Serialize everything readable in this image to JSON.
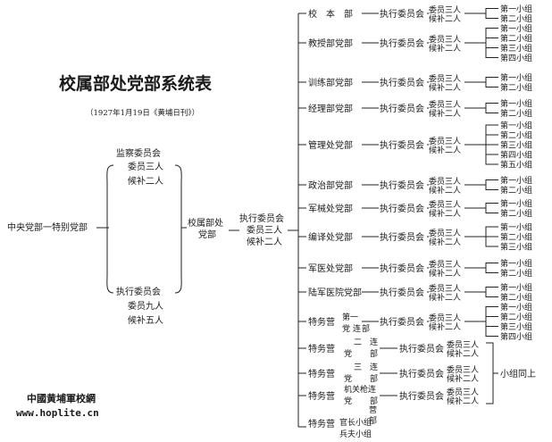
{
  "title": "校属部处党部系统表",
  "source_note": "（1927年1月19日《黄埔日刊》）",
  "watermark": {
    "line1": "中國黄埔軍校網",
    "line2": "www.hoplite.cn"
  },
  "left": {
    "root": "中央党部一特别党部",
    "supervisory": {
      "name": "监察委员会",
      "members": "委员三人",
      "alternates": "候补二人"
    },
    "executive": {
      "name": "执行委员会",
      "members": "委员九人",
      "alternates": "候补五人"
    },
    "school": {
      "name_top": "校属部处",
      "name_bottom": "党部"
    },
    "school_exec": {
      "name": "执行委员会",
      "members": "委员三人",
      "alternates": "候补二人"
    }
  },
  "common": {
    "exec_committee": "执行委员会",
    "members": "委员三人",
    "alternates": "候补二人",
    "dash": "——"
  },
  "groups": [
    "第一小组",
    "第二小组",
    "第三小组",
    "第四小组",
    "第五小组"
  ],
  "branches": [
    {
      "name": "校　本　部",
      "groups": 2
    },
    {
      "name": "教授部党部",
      "groups": 4
    },
    {
      "name": "训练部党部",
      "groups": 2
    },
    {
      "name": "经理部党部",
      "groups": 2
    },
    {
      "name": "管理处党部",
      "groups": 5
    },
    {
      "name": "政治部党部",
      "groups": 2
    },
    {
      "name": "军械处党部",
      "groups": 2
    },
    {
      "name": "编译处党部",
      "groups": 3
    },
    {
      "name": "军医处党部",
      "groups": 2
    },
    {
      "name": "陆军医院党部",
      "groups": 2
    },
    {
      "name": "特务营第一连党部",
      "groups": 4
    }
  ],
  "special": [
    {
      "a": "特务营",
      "b": "二",
      "c": "连",
      "d": "党",
      "e": "部"
    },
    {
      "a": "特务营",
      "b": "三",
      "c": "连",
      "d": "党",
      "e": "部"
    },
    {
      "a": "特务营",
      "b": "机关枪连",
      "c": "",
      "d": "党",
      "e": "部"
    }
  ],
  "groups_same": "小组同上",
  "last": {
    "a": "营",
    "b": "部",
    "c": "特务营",
    "d": "官长小组",
    "e": "兵夫小组"
  }
}
